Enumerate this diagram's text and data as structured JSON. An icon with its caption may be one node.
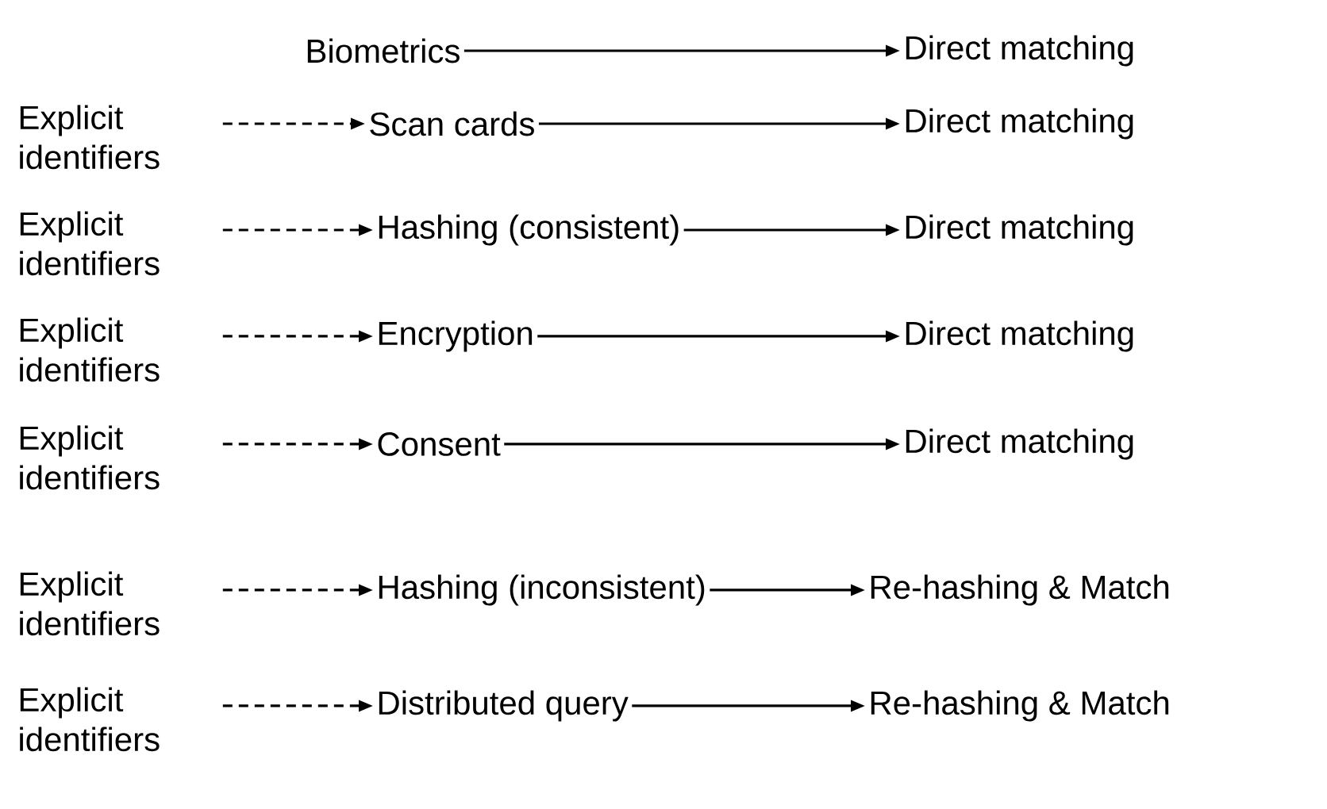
{
  "diagram": {
    "nodes": [
      {
        "text": [
          "Biometrics"
        ]
      },
      {
        "text": [
          "Direct matching"
        ]
      },
      {
        "text": [
          "Explicit identifiers"
        ]
      },
      {
        "text": [
          "Scan cards"
        ]
      },
      {
        "text": [
          "Direct matching"
        ]
      },
      {
        "text": [
          "Explicit identifiers"
        ]
      },
      {
        "text": [
          "Hashing (consistent)"
        ]
      },
      {
        "text": [
          "Direct matching"
        ]
      },
      {
        "text": [
          "Explicit identifiers"
        ]
      },
      {
        "text": [
          "Encryption"
        ]
      },
      {
        "text": [
          "Direct matching"
        ]
      },
      {
        "text": [
          "Explicit identifiers"
        ]
      },
      {
        "text": [
          "Consent"
        ]
      },
      {
        "text": [
          "Direct matching"
        ]
      },
      {
        "text": [
          "Explicit identifiers"
        ]
      },
      {
        "text": [
          "Hashing (inconsistent)"
        ]
      },
      {
        "text": [
          "Re-hashing & Match"
        ]
      },
      {
        "text": [
          "Explicit identifiers"
        ]
      },
      {
        "text": [
          "Distributed query"
        ]
      },
      {
        "text": [
          "Re-hashing & Match"
        ]
      }
    ],
    "edges": [
      {
        "from": 0,
        "to": 1,
        "arrow": "to"
      },
      {
        "from": 2,
        "to": 3,
        "arrow": "to",
        "style": "dashed"
      },
      {
        "from": 3,
        "to": 4,
        "arrow": "to"
      },
      {
        "from": 5,
        "to": 6,
        "arrow": "to",
        "style": "dashed"
      },
      {
        "from": 6,
        "to": 7,
        "arrow": "to"
      },
      {
        "from": 8,
        "to": 9,
        "arrow": "to",
        "style": "dashed"
      },
      {
        "from": 9,
        "to": 10,
        "arrow": "to"
      },
      {
        "from": 11,
        "to": 12,
        "arrow": "to",
        "style": "dashed"
      },
      {
        "from": 12,
        "to": 13,
        "arrow": "to"
      },
      {
        "from": 14,
        "to": 15,
        "arrow": "to",
        "style": "dashed"
      },
      {
        "from": 15,
        "to": 16,
        "arrow": "to"
      },
      {
        "from": 17,
        "to": 18,
        "arrow": "to",
        "style": "dashed"
      },
      {
        "from": 18,
        "to": 19,
        "arrow": "to"
      }
    ]
  }
}
